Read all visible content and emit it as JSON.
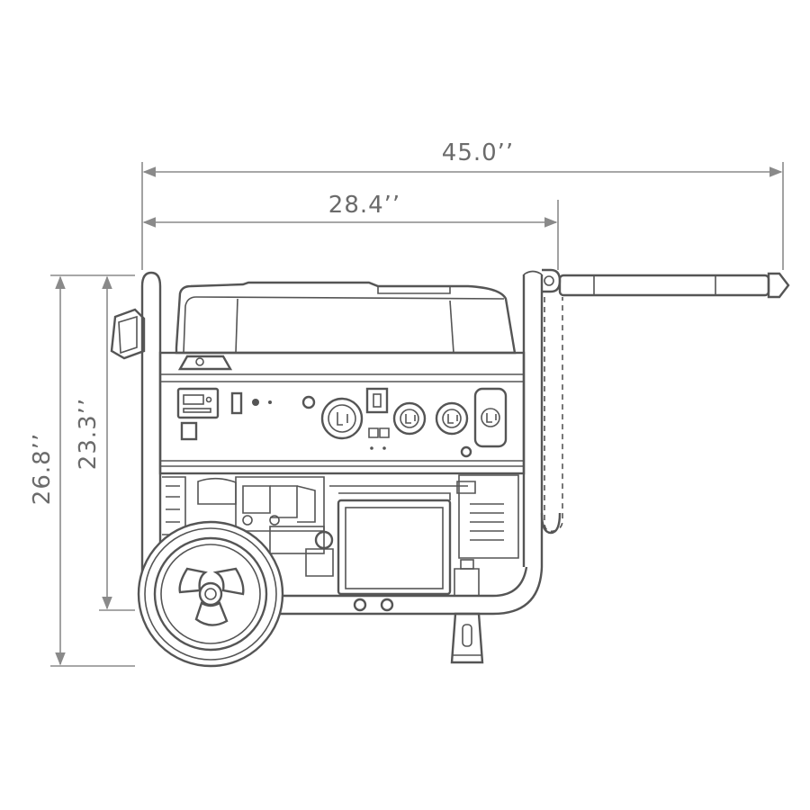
{
  "dimensions": {
    "overall_length": "45.0’’",
    "frame_length": "28.4’’",
    "frame_height": "23.3’’",
    "overall_height": "26.8’’"
  },
  "colors": {
    "line": "#555555",
    "dimension": "#8a8a8a",
    "background": "#ffffff"
  }
}
